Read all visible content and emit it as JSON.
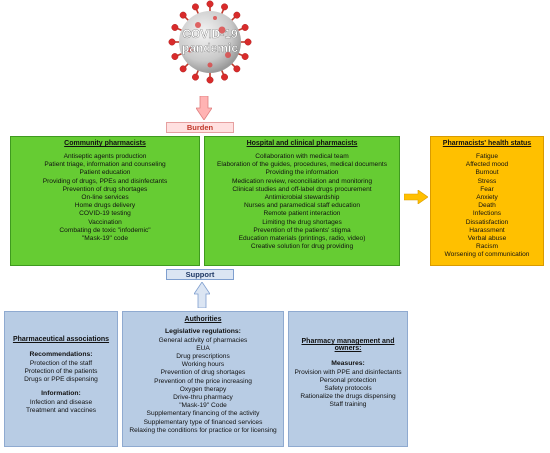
{
  "virus": {
    "label_lines": [
      "COVID-19",
      "pandemic"
    ]
  },
  "burden_label": "Burden",
  "support_label": "Support",
  "community": {
    "title": "Community pharmacists",
    "items": [
      "Antiseptic agents production",
      "Patient triage, information and counseling",
      "Patient education",
      "Providing of drugs, PPEs and disinfectants",
      "Prevention of drug shortages",
      "On-line services",
      "Home drugs delivery",
      "COVID-19 testing",
      "Vaccination",
      "Combating de toxic \"infodemic\"",
      "\"Mask-19\" code"
    ]
  },
  "hospital": {
    "title": "Hospital and clinical pharmacists",
    "items": [
      "Collaboration with medical team",
      "Elaboration of the guides, procedures, medical documents",
      "Providing the information",
      "Medication review, reconciliation and monitoring",
      "Clinical studies and off-label drugs procurement",
      "Antimicrobial stewardship",
      "Nurses and paramedical staff education",
      "Remote patient interaction",
      "Limiting the drug shortages",
      "Prevention of the patients' stigma",
      "Education materials (printings, radio, video)",
      "Creative solution for drug providing"
    ]
  },
  "health": {
    "title": "Pharmacists' health status",
    "items": [
      "Fatigue",
      "Affected mood",
      "Burnout",
      "Stress",
      "Fear",
      "Anxiety",
      "Death",
      "Infections",
      "Dissatisfaction",
      "Harassment",
      "Verbal abuse",
      "Racism",
      "Worsening of communication"
    ]
  },
  "associations": {
    "title": "Pharmaceutical associations",
    "rec_title": "Recommendations:",
    "rec_items": [
      "Protection of the staff",
      "Protection of the patients",
      "Drugs or PPE dispensing"
    ],
    "info_title": "Information:",
    "info_items": [
      "Infection and disease",
      "Treatment and vaccines"
    ]
  },
  "authorities": {
    "title": "Authorities",
    "reg_title": "Legislative regulations:",
    "items": [
      "General activity of pharmacies",
      "EUA",
      "Drug prescriptions",
      "Working hours",
      "Prevention of drug shortages",
      "Prevention of the price increasing",
      "Oxygen therapy",
      "Drive-thru pharmacy",
      "\"Mask-19\" Code",
      "Supplementary financing of the activity",
      "Supplementary type of financed services",
      "Relaxing the conditions for practice or for licensing"
    ]
  },
  "management": {
    "title_lines": [
      "Pharmacy management and",
      "owners:"
    ],
    "measures_title": "Measures:",
    "items": [
      "Provision with PPE and disinfectants",
      "Personal protection",
      "Safety protocols",
      "Rationalize the drugs dispensing",
      "Staff training"
    ]
  },
  "colors": {
    "green": "#66cc33",
    "orange": "#ffc000",
    "blue": "#b8cce4",
    "arrow_pink": "#ffb3b3",
    "arrow_orange": "#ffc000"
  }
}
